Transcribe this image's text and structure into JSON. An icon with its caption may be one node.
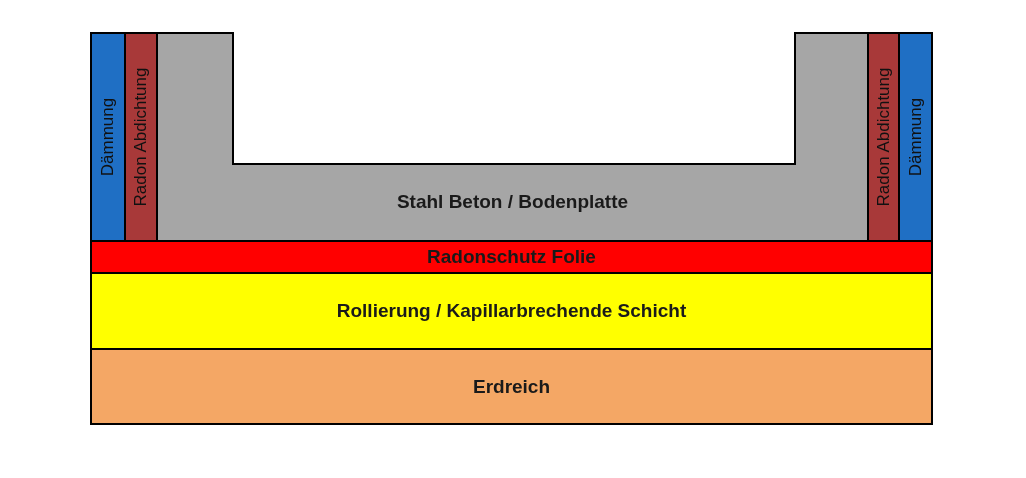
{
  "diagram": {
    "nodes": [
      {
        "text": [
          "Dämmung"
        ]
      },
      {
        "text": [
          "Radon Abdichtung"
        ]
      },
      {
        "text": [
          "Stahl Beton / Bodenplatte"
        ]
      },
      {
        "text": [
          "Radon Abdichtung"
        ]
      },
      {
        "text": [
          "Dämmung"
        ]
      },
      {
        "text": [
          "Radonschutz Folie"
        ]
      },
      {
        "text": [
          "Rollierung / Kapillarbrechende Schicht"
        ]
      },
      {
        "text": [
          "Erdreich"
        ]
      }
    ]
  }
}
